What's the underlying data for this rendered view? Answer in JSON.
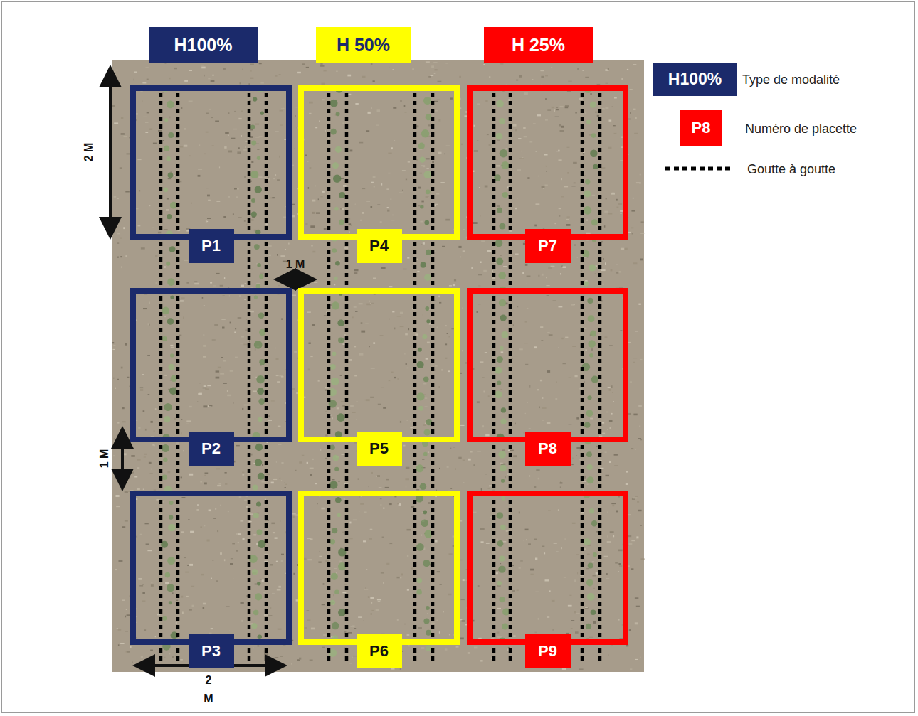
{
  "diagram": {
    "nodes": [
      {
        "text": [
          "H100%"
        ]
      },
      {
        "text": [
          "H 50%"
        ]
      },
      {
        "text": [
          "H 25%"
        ]
      },
      {
        "text": [
          "P1"
        ]
      },
      {
        "text": [
          "P4"
        ]
      },
      {
        "text": [
          "P7"
        ]
      },
      {
        "text": [
          "P2"
        ]
      },
      {
        "text": [
          "P5"
        ]
      },
      {
        "text": [
          "P8"
        ]
      },
      {
        "text": [
          "P3"
        ]
      },
      {
        "text": [
          "P6"
        ]
      },
      {
        "text": [
          "P9"
        ]
      }
    ],
    "labels": [
      "2 M",
      "1 M",
      "1 M",
      "2 M",
      "H100%",
      "P8"
    ],
    "legend": [
      {
        "text": "Type de modalité",
        "color": "#1b2a6b"
      },
      {
        "text": "Numéro de placette",
        "color": "#ff0000"
      },
      {
        "text": "Goutte à goutte"
      }
    ]
  }
}
